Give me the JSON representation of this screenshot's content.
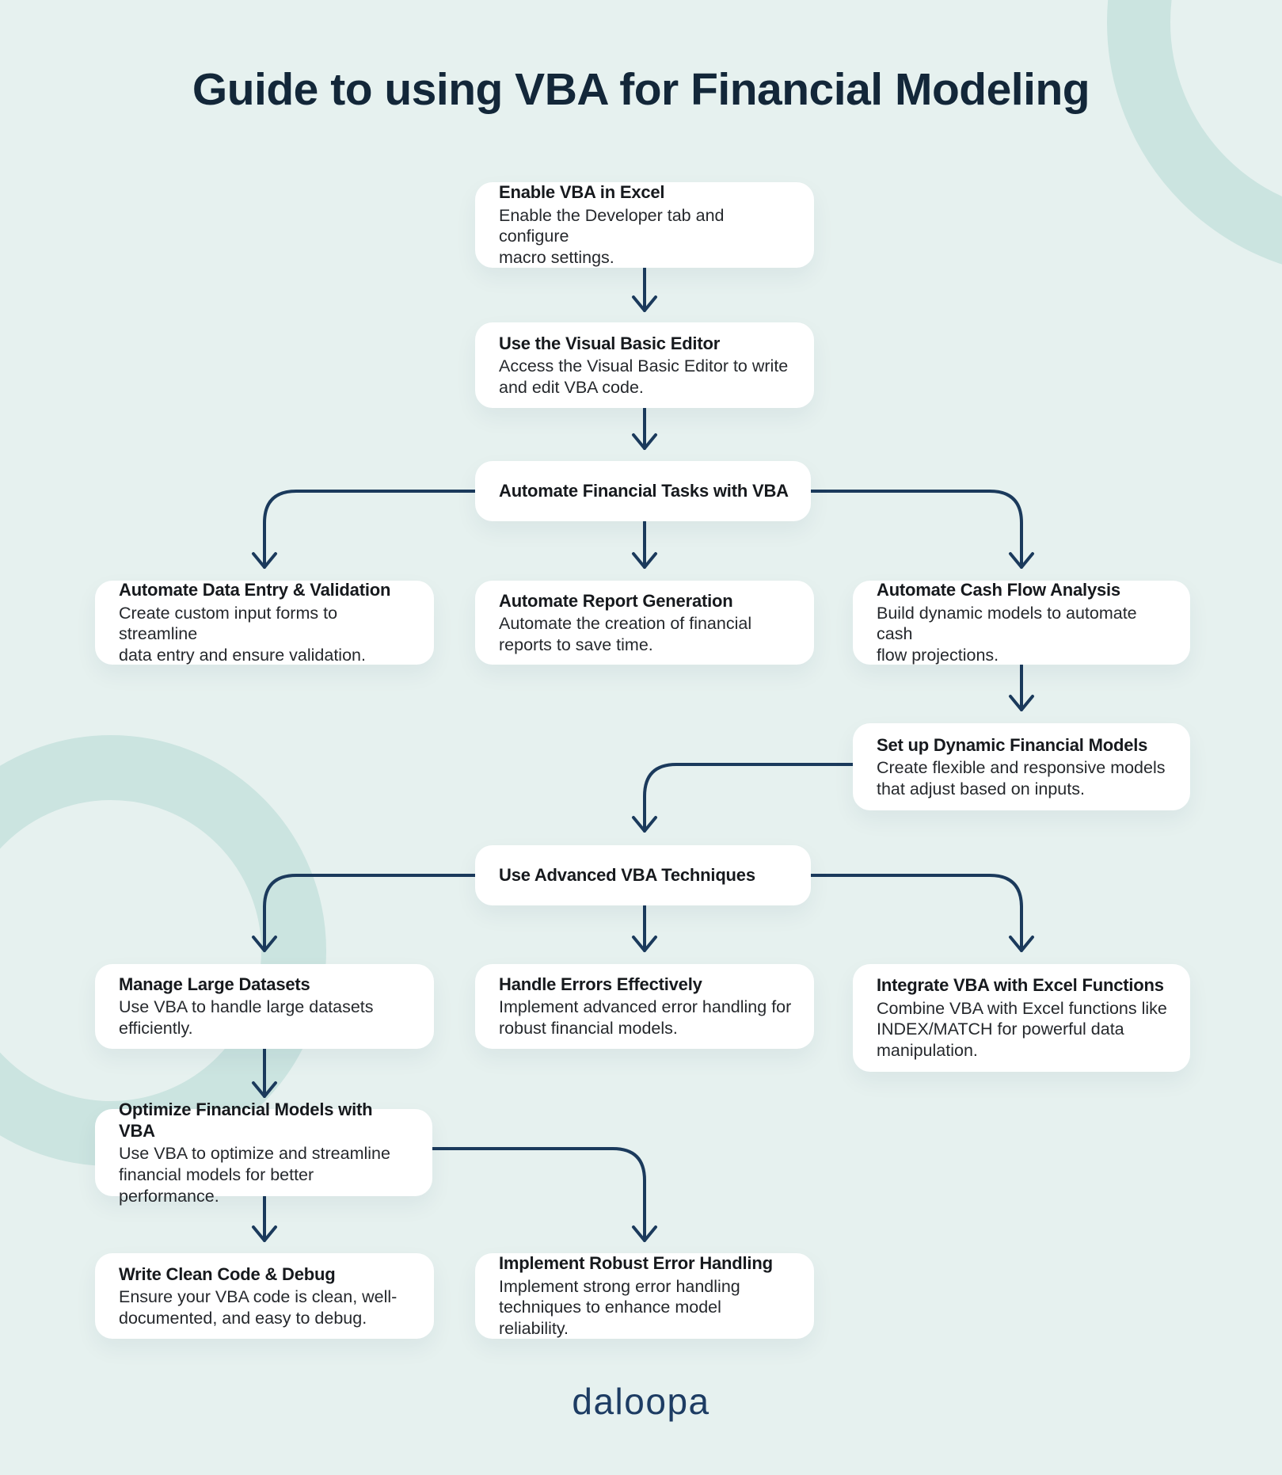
{
  "page": {
    "title": "Guide to using VBA for Financial Modeling",
    "logo": "daloopa",
    "background_color": "#e6f1ef",
    "ring_color": "#cbe4e0",
    "card_color": "#ffffff",
    "line_color": "#1b3a5c",
    "title_color": "#132739"
  },
  "nodes": [
    {
      "id": "enable-vba",
      "title": "Enable VBA in Excel",
      "body": "Enable the Developer tab and configure\nmacro settings."
    },
    {
      "id": "visual-basic-editor",
      "title": "Use the Visual Basic Editor",
      "body": "Access the Visual Basic Editor to write\nand edit VBA code."
    },
    {
      "id": "automate-tasks",
      "title": "Automate Financial Tasks with VBA",
      "body": ""
    },
    {
      "id": "data-entry",
      "title": "Automate Data Entry & Validation",
      "body": "Create custom input forms to streamline\ndata entry and ensure validation."
    },
    {
      "id": "report-generation",
      "title": "Automate Report Generation",
      "body": "Automate the creation of financial\nreports to save time."
    },
    {
      "id": "cash-flow",
      "title": "Automate Cash Flow Analysis",
      "body": "Build dynamic models to automate cash\nflow projections."
    },
    {
      "id": "dynamic-models",
      "title": "Set up Dynamic Financial Models",
      "body": "Create flexible and responsive models\nthat adjust based on inputs."
    },
    {
      "id": "advanced-techniques",
      "title": "Use Advanced VBA Techniques",
      "body": ""
    },
    {
      "id": "large-datasets",
      "title": "Manage Large Datasets",
      "body": "Use VBA to handle large datasets\nefficiently."
    },
    {
      "id": "handle-errors",
      "title": "Handle Errors Effectively",
      "body": "Implement advanced error handling for\nrobust financial models."
    },
    {
      "id": "integrate-functions",
      "title": "Integrate VBA with Excel Functions",
      "body": "Combine VBA with Excel functions like\nINDEX/MATCH for powerful data\nmanipulation."
    },
    {
      "id": "optimize-models",
      "title": "Optimize Financial Models with VBA",
      "body": "Use VBA to optimize and streamline\nfinancial models for better performance."
    },
    {
      "id": "clean-code",
      "title": "Write Clean Code & Debug",
      "body": "Ensure your VBA code is clean, well-\ndocumented, and easy to debug."
    },
    {
      "id": "robust-error-handling",
      "title": "Implement Robust Error Handling",
      "body": "Implement strong error handling\ntechniques to enhance model reliability."
    }
  ],
  "edges": [
    {
      "from": "enable-vba",
      "to": "visual-basic-editor"
    },
    {
      "from": "visual-basic-editor",
      "to": "automate-tasks"
    },
    {
      "from": "automate-tasks",
      "to": "data-entry"
    },
    {
      "from": "automate-tasks",
      "to": "report-generation"
    },
    {
      "from": "automate-tasks",
      "to": "cash-flow"
    },
    {
      "from": "cash-flow",
      "to": "dynamic-models"
    },
    {
      "from": "dynamic-models",
      "to": "advanced-techniques"
    },
    {
      "from": "advanced-techniques",
      "to": "large-datasets"
    },
    {
      "from": "advanced-techniques",
      "to": "handle-errors"
    },
    {
      "from": "advanced-techniques",
      "to": "integrate-functions"
    },
    {
      "from": "large-datasets",
      "to": "optimize-models"
    },
    {
      "from": "optimize-models",
      "to": "clean-code"
    },
    {
      "from": "optimize-models",
      "to": "robust-error-handling"
    }
  ]
}
